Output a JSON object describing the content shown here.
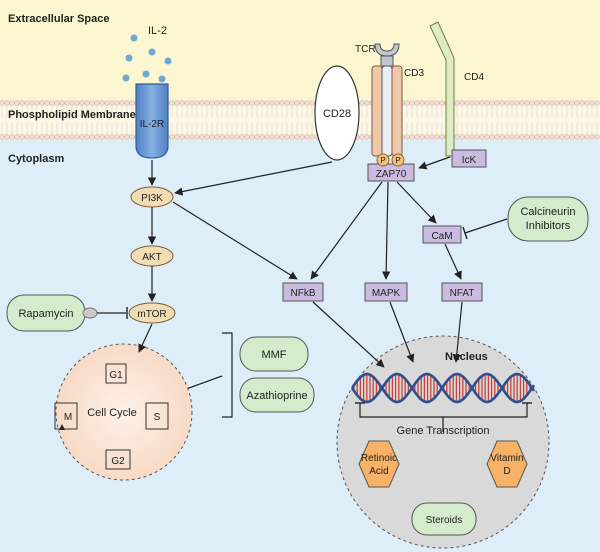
{
  "regions": {
    "extracellular": "Extracellular Space",
    "membrane": "Phospholipid Membrane",
    "cytoplasm": "Cytoplasm",
    "nucleus": "Nucleus"
  },
  "labels": {
    "il2": "IL-2",
    "il2r": "IL-2R",
    "cd28": "CD28",
    "tcr": "TCR",
    "cd3": "CD3",
    "cd4": "CD4",
    "p1": "P",
    "p2": "P",
    "zap70": "ZAP70",
    "lck": "IcK",
    "pi3k": "PI3K",
    "akt": "AKT",
    "mtor": "mTOR",
    "rapamycin": "Rapamycin",
    "calcineurin_line1": "Calcineurin",
    "calcineurin_line2": "Inhibitors",
    "cam": "CaM",
    "nfkb": "NFkB",
    "mapk": "MAPK",
    "nfat": "NFAT",
    "mmf": "MMF",
    "azathioprine": "Azathioprine",
    "cell_cycle": "Cell Cycle",
    "g1": "G1",
    "s": "S",
    "g2": "G2",
    "m": "M",
    "gene_transcription": "Gene Transcription",
    "retinoic_line1": "Retinoic",
    "retinoic_line2": "Acid",
    "vitamin_line1": "Vitamin",
    "vitamin_line2": "D",
    "steroids": "Steroids"
  },
  "colors": {
    "extracellular_bg": "#fbf6cf",
    "cytoplasm_bg": "#ddeef9",
    "membrane_bead": "#f2ddd3",
    "receptor_blue": "#5b8fcf",
    "oval_node": "#f2dcb4",
    "purple_box": "#cbbbe0",
    "green_drug": "#d4eccb",
    "hexagon": "#f7b267",
    "nucleus_bg": "#d9d9d9",
    "cell_cycle_bg": "#fbe7da",
    "dna_red": "#c9443b",
    "dna_blue": "#2f4f8f"
  }
}
